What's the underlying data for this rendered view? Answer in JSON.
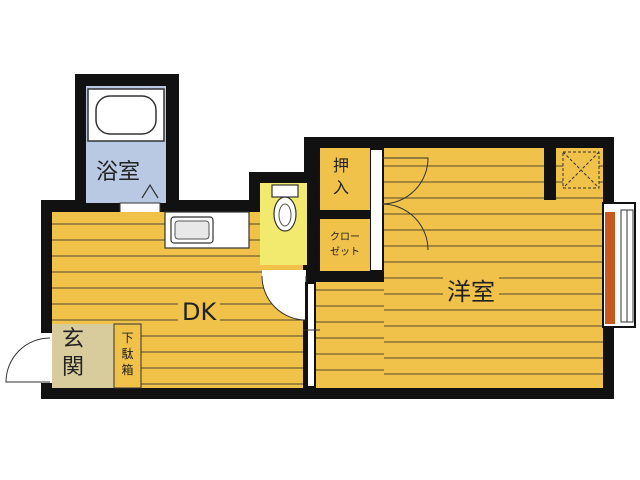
{
  "rooms": {
    "bath": {
      "label": "浴室",
      "color": "#b9c9e3"
    },
    "dk": {
      "label": "DK",
      "color": "#f0c24a"
    },
    "western": {
      "label": "洋室",
      "color": "#f0c24a"
    },
    "oshiire": {
      "label_top": "押",
      "label_bottom": "入",
      "color": "#f0c24a"
    },
    "closet": {
      "label_top": "クロー",
      "label_bottom": "ゼット",
      "color": "#f0c24a"
    },
    "toilet": {
      "color": "#f2ea6e"
    },
    "genkan": {
      "label_top": "玄",
      "label_bottom": "関",
      "color": "#d8cc9c"
    },
    "shoebox": {
      "label_1": "下",
      "label_2": "駄",
      "label_3": "箱",
      "color": "#f0c24a"
    }
  },
  "colors": {
    "wall": "#111111",
    "floor_line": "#222222",
    "door": "#ffffff",
    "window_frame": "#c65a1e"
  },
  "icons": {
    "bathtub": "bathtub-icon",
    "toilet": "toilet-icon",
    "sink": "kitchen-sink-icon",
    "storage": "storage-box-icon"
  }
}
